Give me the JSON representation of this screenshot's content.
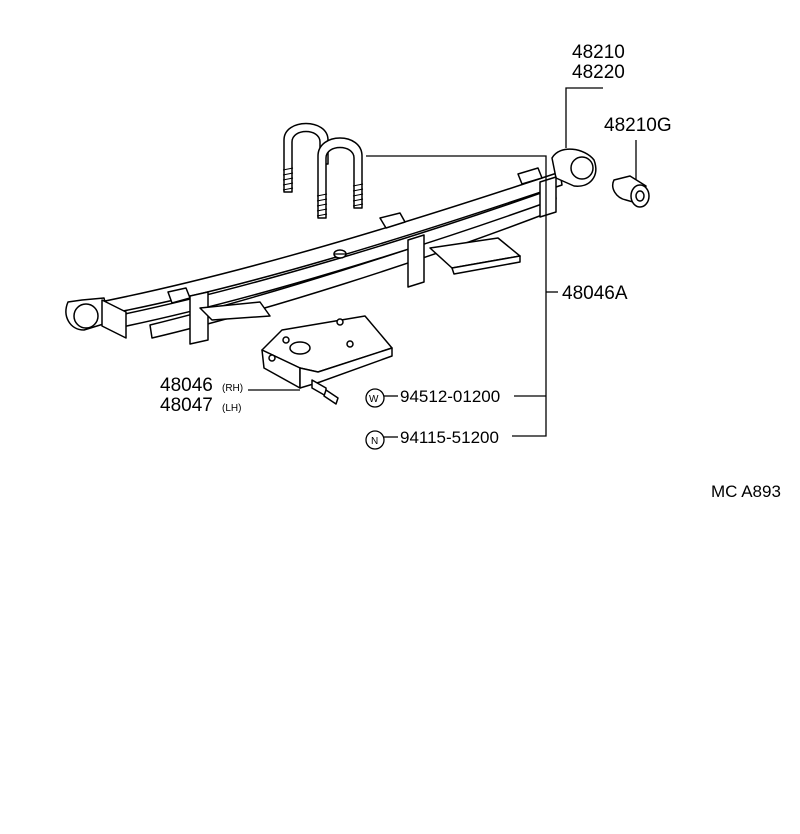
{
  "diagram": {
    "code": "MC A893",
    "parts": {
      "spring_main_1": "48210",
      "spring_main_2": "48220",
      "bushing": "48210G",
      "u_bolt_assembly": "48046A",
      "seat_rh_number": "48046",
      "seat_rh_side": "(RH)",
      "seat_lh_number": "48047",
      "seat_lh_side": "(LH)",
      "washer_number": "94512-01200",
      "washer_symbol": "W",
      "nut_number": "94115-51200",
      "nut_symbol": "N"
    }
  }
}
